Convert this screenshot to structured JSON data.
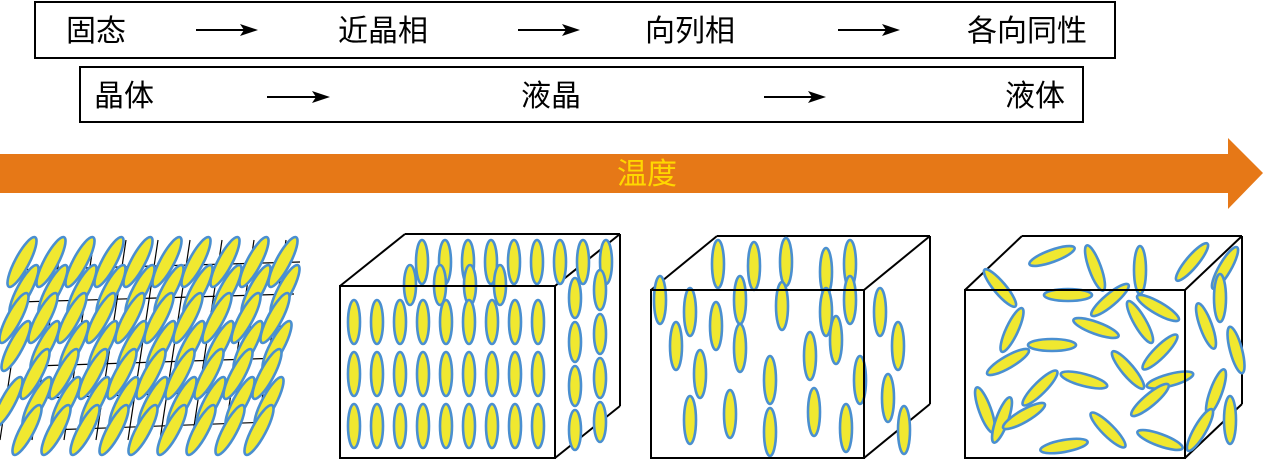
{
  "row1": {
    "labels": [
      "固态",
      "近晶相",
      "向列相",
      "各向同性"
    ]
  },
  "row2": {
    "labels": [
      "晶体",
      "液晶",
      "液体"
    ]
  },
  "temperature": {
    "label": "温度"
  },
  "colors": {
    "arrow_fill": "#e67817",
    "temp_text": "#ffd700",
    "molecule_fill": "#f0e830",
    "molecule_stroke": "#4a8fd0",
    "frame": "#000000"
  },
  "panels": [
    "crystal-lattice",
    "smectic-box",
    "nematic-box",
    "isotropic-box"
  ]
}
